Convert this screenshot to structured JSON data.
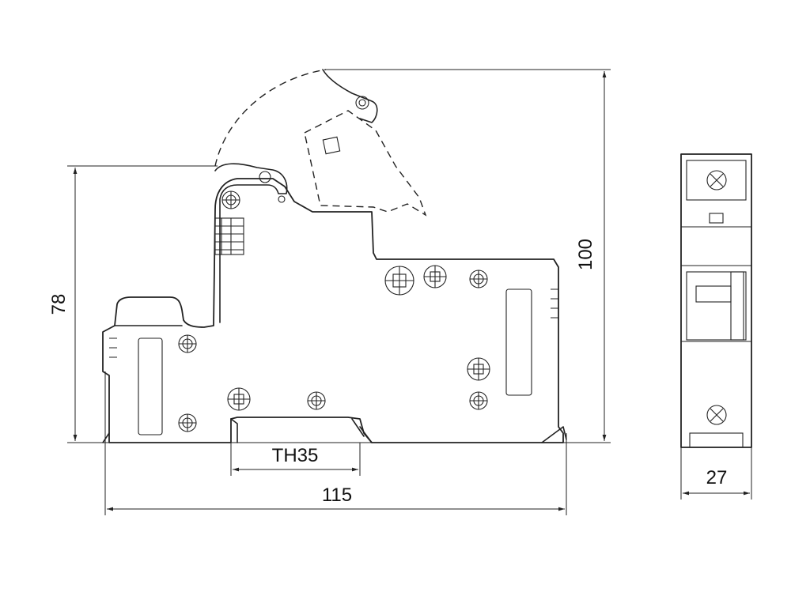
{
  "dimensions": {
    "height_overall": "100",
    "height_body": "78",
    "rail": "TH35",
    "length": "115",
    "width": "27"
  },
  "colors": {
    "line": "#222222",
    "background": "#ffffff"
  }
}
